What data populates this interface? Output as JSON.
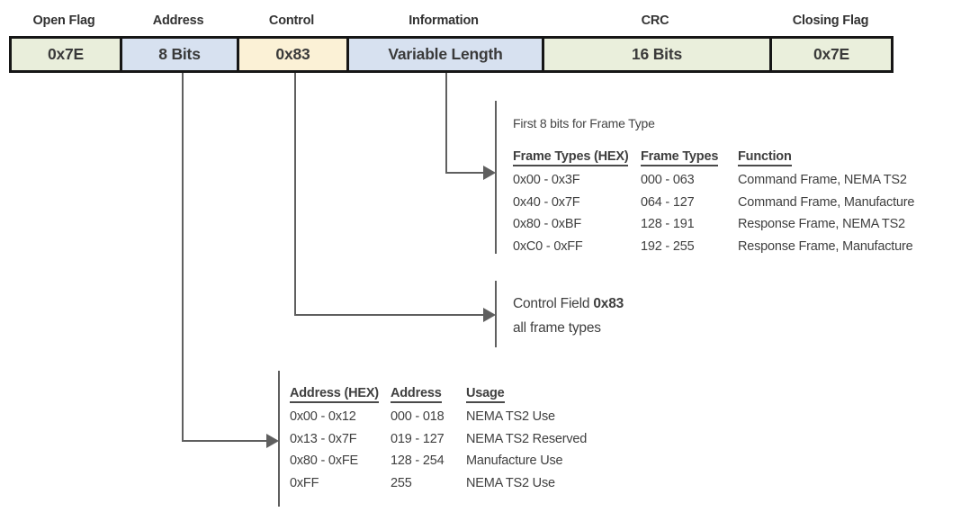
{
  "frame": {
    "segments": [
      {
        "label": "Open Flag",
        "value": "0x7E",
        "color": "#e9eedb"
      },
      {
        "label": "Address",
        "value": "8 Bits",
        "color": "#d7e1f0"
      },
      {
        "label": "Control",
        "value": "0x83",
        "color": "#fbf1d6"
      },
      {
        "label": "Information",
        "value": "Variable Length",
        "color": "#d7e1f0"
      },
      {
        "label": "CRC",
        "value": "16 Bits",
        "color": "#eaefdc"
      },
      {
        "label": "Closing Flag",
        "value": "0x7E",
        "color": "#eaefdc"
      }
    ]
  },
  "frame_type": {
    "note": "First 8 bits for Frame Type",
    "headers": [
      "Frame Types (HEX)",
      "Frame Types",
      "Function"
    ],
    "rows": [
      [
        "0x00 - 0x3F",
        "000 - 063",
        "Command Frame, NEMA TS2"
      ],
      [
        "0x40 - 0x7F",
        "064 - 127",
        "Command Frame, Manufacture"
      ],
      [
        "0x80 - 0xBF",
        "128 - 191",
        "Response Frame, NEMA TS2"
      ],
      [
        "0xC0 - 0xFF",
        "192 - 255",
        "Response Frame, Manufacture"
      ]
    ]
  },
  "control_note": {
    "text": "Control Field ",
    "value": "0x83",
    "line2": "all frame types"
  },
  "address_table": {
    "headers": [
      "Address (HEX)",
      "Address",
      "Usage"
    ],
    "rows": [
      [
        "0x00 - 0x12",
        "000 - 018",
        "NEMA TS2 Use"
      ],
      [
        "0x13 - 0x7F",
        "019 - 127",
        "NEMA TS2 Reserved"
      ],
      [
        "0x80 - 0xFE",
        "128 - 254",
        "Manufacture Use"
      ],
      [
        "0xFF",
        "255",
        "NEMA TS2 Use"
      ]
    ]
  },
  "colors": {
    "bar_border": "#161616",
    "connector": "#5f5f5f",
    "text": "#3f3f3f",
    "field_green": "#e9eedb",
    "field_blue": "#d7e1f0",
    "field_cream": "#fbf1d6"
  }
}
